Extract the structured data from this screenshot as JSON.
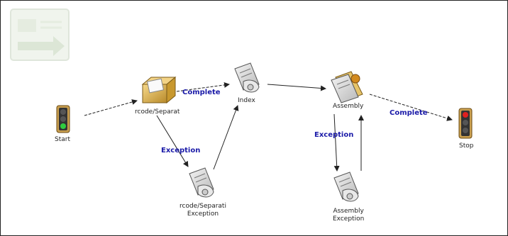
{
  "nodes": {
    "start": {
      "label": "Start"
    },
    "barcode": {
      "label": "rcode/Separat"
    },
    "index": {
      "label": "Index"
    },
    "barcode_exception": {
      "label_line1": "rcode/Separati",
      "label_line2": "Exception"
    },
    "assembly": {
      "label": "Assembly"
    },
    "assembly_exception": {
      "label_line1": "Assembly",
      "label_line2": "Exception"
    },
    "stop": {
      "label": "Stop"
    }
  },
  "edges": {
    "barcode_to_index": "Complete",
    "barcode_to_exception": "Exception",
    "assembly_to_exception": "Exception",
    "assembly_to_stop": "Complete"
  },
  "colors": {
    "edge_label": "#1a1aa8",
    "light_green": "#2ecc40",
    "light_red": "#e02020"
  }
}
